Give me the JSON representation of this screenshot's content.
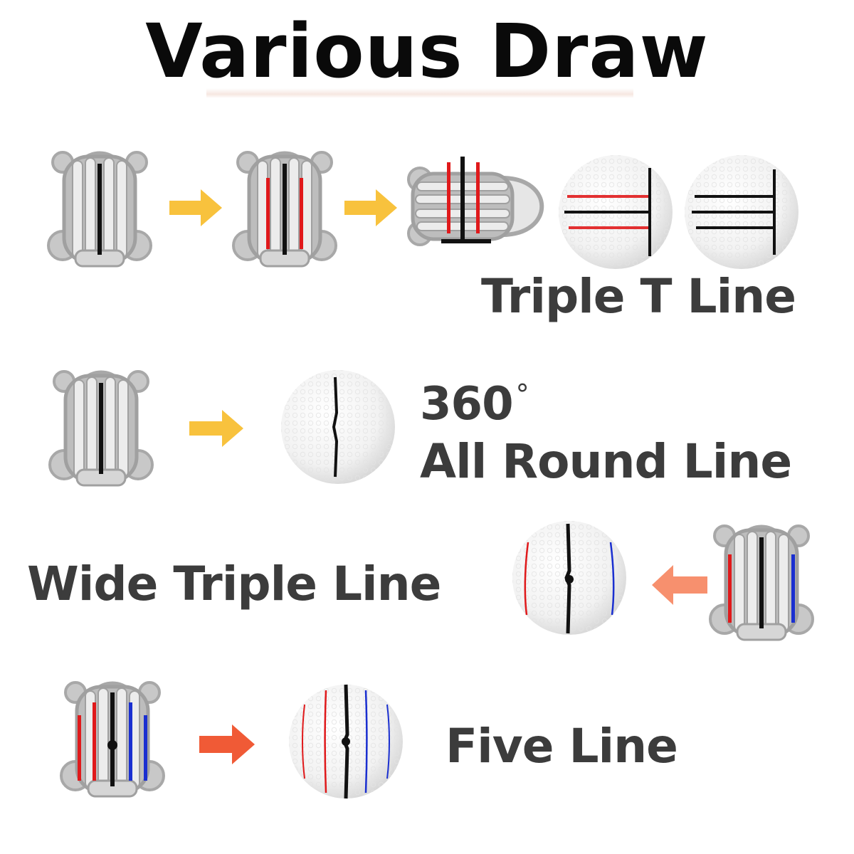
{
  "title": "Various Draw",
  "sections": {
    "triple_t": {
      "label": "Triple T Line"
    },
    "all_round": {
      "label_line1": "360",
      "degree_symbol": "°",
      "label_line2": "All Round Line"
    },
    "wide_triple": {
      "label": "Wide Triple Line"
    },
    "five_line": {
      "label": "Five Line"
    }
  },
  "colors": {
    "black_line": "#111111",
    "red_line": "#e0191b",
    "blue_line": "#1a2fd0",
    "stencil_gray": "#b4b4b4",
    "arrow_yellow": "#f8c23d",
    "arrow_salmon": "#f7906e",
    "arrow_orange": "#f05a36"
  }
}
